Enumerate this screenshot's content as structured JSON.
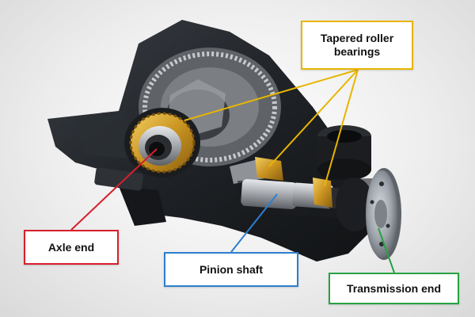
{
  "callouts": {
    "bearings": {
      "label": "Tapered roller bearings",
      "color": "#E8B500"
    },
    "axle": {
      "label": "Axle end",
      "color": "#D61F2B"
    },
    "pinion": {
      "label": "Pinion shaft",
      "color": "#2C7FD0"
    },
    "transmission": {
      "label": "Transmission end",
      "color": "#27A243"
    }
  },
  "illustration": {
    "housing_color": "#1f2226",
    "gear_color": "#8a8c8f",
    "bearing_color": "#D4A02A",
    "flange_color": "#9da3aa"
  }
}
